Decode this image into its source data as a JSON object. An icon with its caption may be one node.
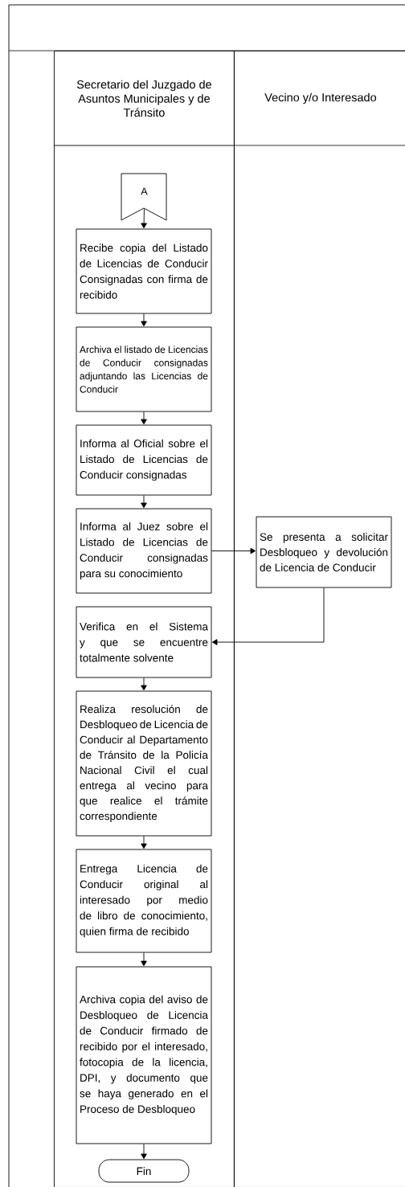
{
  "diagram": {
    "nodes": [
      {
        "text": [
          "Secretario del Juzgado de Asuntos Municipales y de Tránsito"
        ]
      },
      {
        "text": [
          "Vecino y/o Interesado"
        ]
      },
      {
        "text": [
          "A"
        ],
        "in": 0
      },
      {
        "text": [
          "Recibe copia del Listado de Licencias de Conducir Consignadas con firma de recibido"
        ],
        "in": 0
      },
      {
        "text": [
          "Archiva el listado de Licencias de Conducir consignadas adjuntando las Licencias de Conducir"
        ],
        "in": 0
      },
      {
        "text": [
          "Informa al Oficial sobre el Listado de Licencias de Conducir consignadas"
        ],
        "in": 0
      },
      {
        "text": [
          "Informa al Juez sobre el Listado de Licencias de Conducir consignadas para su conocimiento"
        ],
        "in": 0
      },
      {
        "text": [
          "Se presenta a solicitar Desbloqueo y devolución de Licencia de Conducir"
        ],
        "in": 1
      },
      {
        "text": [
          "Verifica en el Sistema y que se encuentre totalmente solvente"
        ],
        "in": 0
      },
      {
        "text": [
          "Realiza resolución de Desbloqueo de Licencia de Conducir al Departamento de Tránsito de la Policía Nacional Civil el cual entrega al vecino para que realice el trámite correspondiente"
        ],
        "in": 0
      },
      {
        "text": [
          "Entrega Licencia de Conducir original al interesado por medio de libro de conocimiento, quien firma de recibido"
        ],
        "in": 0
      },
      {
        "text": [
          "Archiva copia del aviso de Desbloqueo de Licencia de Conducir firmado de recibido por el interesado, fotocopia de la licencia, DPI, y documento que se haya generado en el Proceso de Desbloqueo"
        ],
        "in": 0
      },
      {
        "text": [
          "Fin"
        ],
        "in": 0
      }
    ],
    "edges": [
      {
        "from": 2,
        "to": 3,
        "arrow": "to"
      },
      {
        "from": 3,
        "to": 4,
        "arrow": "to"
      },
      {
        "from": 4,
        "to": 5,
        "arrow": "to"
      },
      {
        "from": 5,
        "to": 6,
        "arrow": "to"
      },
      {
        "from": 6,
        "to": 7,
        "arrow": "to"
      },
      {
        "from": 7,
        "to": 8,
        "arrow": "to"
      },
      {
        "from": 8,
        "to": 9,
        "arrow": "to"
      },
      {
        "from": 9,
        "to": 10,
        "arrow": "to"
      },
      {
        "from": 10,
        "to": 11,
        "arrow": "to"
      },
      {
        "from": 11,
        "to": 12,
        "arrow": "to"
      }
    ]
  }
}
